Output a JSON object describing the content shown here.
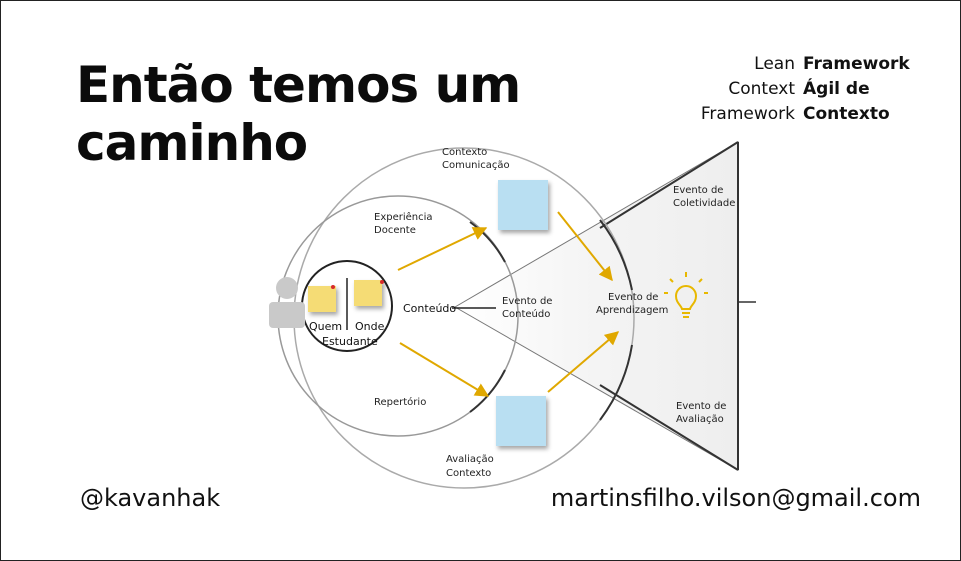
{
  "slide": {
    "title_line1": "Então temos um",
    "title_line2": "caminho",
    "legend": [
      {
        "left": "Lean",
        "right": "Framework"
      },
      {
        "left": "Context",
        "right": "Ágil de"
      },
      {
        "left": "Framework",
        "right": "Contexto"
      }
    ],
    "handle": "@kavanhak",
    "email": "martinsfilho.vilson@gmail.com"
  },
  "diagram": {
    "outer_circle": {
      "line1": "Contexto",
      "line2": "Comunicação",
      "bottom_line1": "Avaliação",
      "bottom_line2": "Contexto"
    },
    "middle_circle": {
      "top_line1": "Experiência",
      "top_line2": "Docente",
      "bottom": "Repertório"
    },
    "inner_circle": {
      "left": "Quem",
      "right": "Onde",
      "bottom": "Estudante"
    },
    "center_label": "Conteúdo",
    "cone_labels": {
      "content_event_line1": "Evento de",
      "content_event_line2": "Conteúdo",
      "learning_event_line1": "Evento de",
      "learning_event_line2": "Aprendizagem",
      "collective_event_line1": "Evento de",
      "collective_event_line2": "Coletividade",
      "evaluation_event_line1": "Evento de",
      "evaluation_event_line2": "Avaliação"
    },
    "colors": {
      "arrow": "#e0a800",
      "sticky_yellow": "#f5dc74",
      "sticky_blue": "#b9dff2",
      "bulb": "#e8b800",
      "person": "#c9c9c9"
    }
  }
}
